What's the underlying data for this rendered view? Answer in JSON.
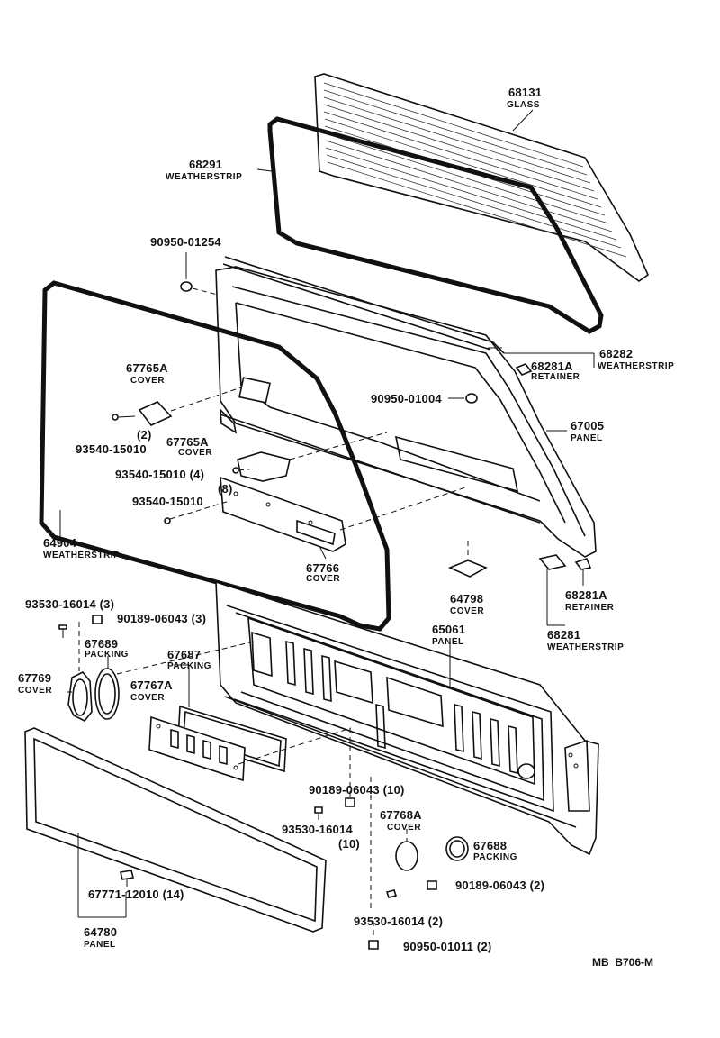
{
  "labels": {
    "p68131": {
      "num": "68131",
      "name": "GLASS"
    },
    "p68291": {
      "num": "68291",
      "name": "WEATHERSTRIP"
    },
    "p90950_01254": {
      "num": "90950-01254"
    },
    "p68282": {
      "num": "68282",
      "name": "WEATHERSTRIP"
    },
    "p68281A_top": {
      "num": "68281A",
      "name": "RETAINER"
    },
    "p90950_01004": {
      "num": "90950-01004"
    },
    "p67765A_a": {
      "num": "67765A",
      "name": "COVER"
    },
    "p67765A_a_qty": "(2)",
    "p93540_a": {
      "num": "93540-15010"
    },
    "p67765A_b": {
      "num": "67765A",
      "name": "COVER"
    },
    "p93540_b": {
      "num": "93540-15010 (4)"
    },
    "p93540_b_qty": "(8)",
    "p93540_c": {
      "num": "93540-15010"
    },
    "p67005": {
      "num": "67005",
      "name": "PANEL"
    },
    "p64904": {
      "num": "64904",
      "name": "WEATHERSTRIP"
    },
    "p67766": {
      "num": "67766",
      "name": "COVER"
    },
    "p64798": {
      "num": "64798",
      "name": "COVER"
    },
    "p68281A_bot": {
      "num": "68281A",
      "name": "RETAINER"
    },
    "p68281": {
      "num": "68281",
      "name": "WEATHERSTRIP"
    },
    "p93530_a": {
      "num": "93530-16014 (3)"
    },
    "p90189_a": {
      "num": "90189-06043 (3)"
    },
    "p67689": {
      "num": "67689",
      "name": "PACKING"
    },
    "p67687": {
      "num": "67687",
      "name": "PACKING"
    },
    "p65061": {
      "num": "65061",
      "name": "PANEL"
    },
    "p67769": {
      "num": "67769",
      "name": "COVER"
    },
    "p67767A": {
      "num": "67767A",
      "name": "COVER"
    },
    "p90189_b": {
      "num": "90189-06043 (10)"
    },
    "p93530_b": {
      "num": "93530-16014"
    },
    "p93530_b_qty": "(10)",
    "p67768A": {
      "num": "67768A",
      "name": "COVER"
    },
    "p67688": {
      "num": "67688",
      "name": "PACKING"
    },
    "p90189_c": {
      "num": "90189-06043 (2)"
    },
    "p67771": {
      "num": "67771-12010 (14)"
    },
    "p64780": {
      "num": "64780",
      "name": "PANEL"
    },
    "p93530_c": {
      "num": "93530-16014 (2)"
    },
    "p90950_01011": {
      "num": "90950-01011 (2)"
    }
  },
  "reference": "MB  B706-M"
}
